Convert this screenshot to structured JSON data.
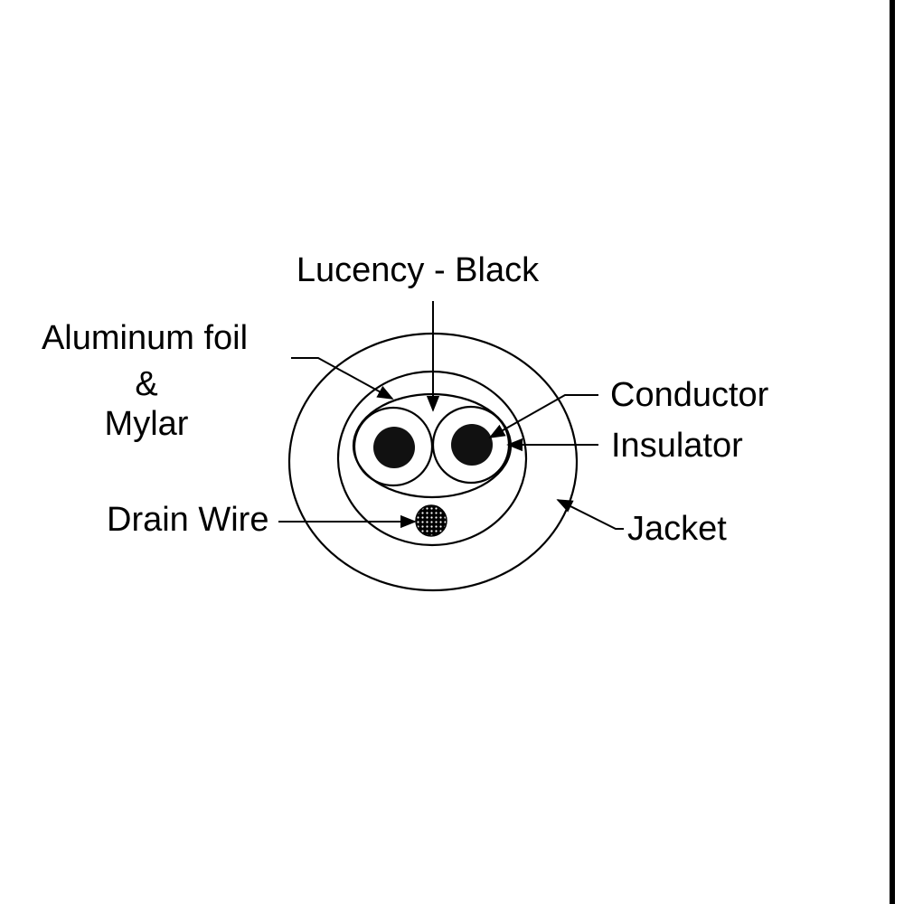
{
  "labels": {
    "lucency": "Lucency - Black",
    "foil_line1": "Aluminum foil",
    "foil_line2": "&",
    "foil_line3": "Mylar",
    "conductor": "Conductor",
    "insulator": "Insulator",
    "drain_wire": "Drain Wire",
    "jacket": "Jacket"
  },
  "colors": {
    "line": "#000000",
    "background": "#ffffff"
  }
}
